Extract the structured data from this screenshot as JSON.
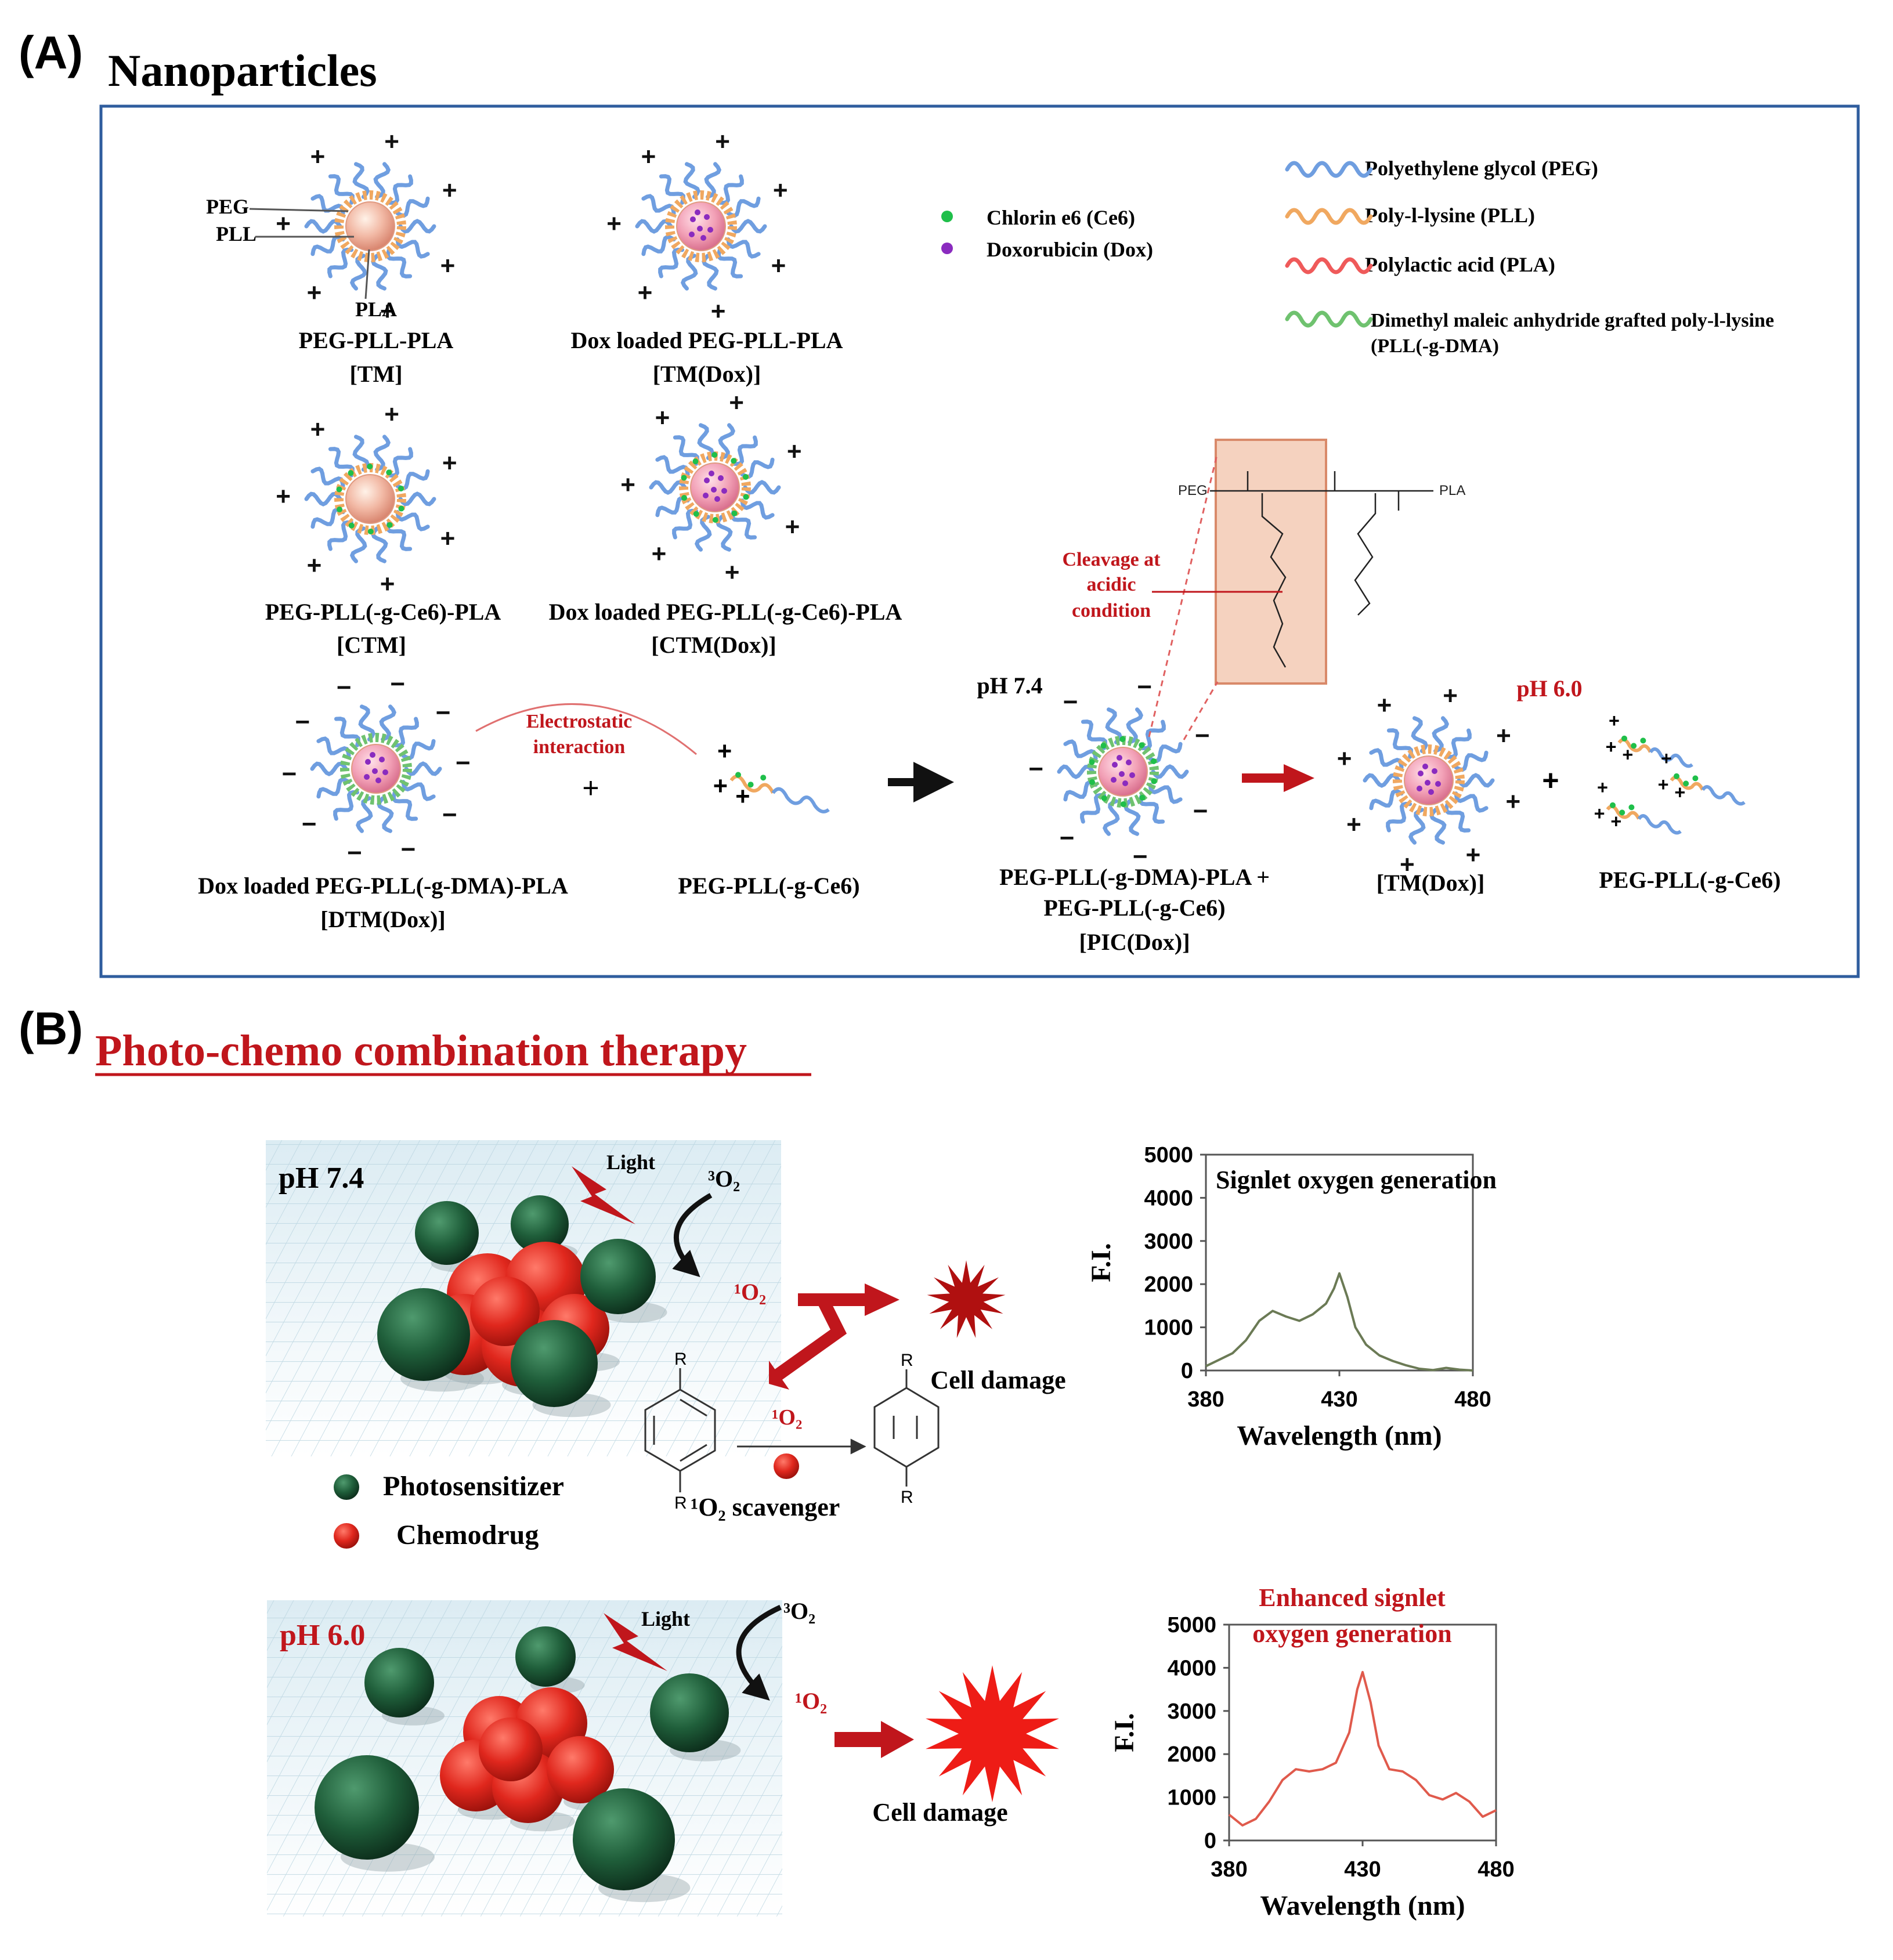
{
  "panel_a": {
    "letter": "(A)",
    "title": "Nanoparticles",
    "tm": {
      "peg": "PEG",
      "pll": "PLL",
      "pla": "PLA",
      "name": "PEG-PLL-PLA",
      "abbr": "[TM]"
    },
    "tm_dox": {
      "name": "Dox loaded PEG-PLL-PLA",
      "abbr": "[TM(Dox)]"
    },
    "ctm": {
      "name": "PEG-PLL(-g-Ce6)-PLA",
      "abbr": "[CTM]"
    },
    "ctm_dox": {
      "name": "Dox loaded PEG-PLL(-g-Ce6)-PLA",
      "abbr": "[CTM(Dox)]"
    },
    "dtm_dox": {
      "name": "Dox loaded PEG-PLL(-g-DMA)-PLA",
      "abbr": "[DTM(Dox)]"
    },
    "peg_pll_ce6": {
      "name": "PEG-PLL(-g-Ce6)"
    },
    "pic": {
      "line1": "PEG-PLL(-g-DMA)-PLA +",
      "line2": "PEG-PLL(-g-Ce6)",
      "abbr": "[PIC(Dox)]"
    },
    "tm_dox_2": "[TM(Dox)]",
    "peg_pll_ce6_2": "PEG-PLL(-g-Ce6)",
    "electrostatic": {
      "line1": "Electrostatic",
      "line2": "interaction"
    },
    "cleavage": {
      "line1": "Cleavage at",
      "line2": "acidic",
      "line3": "condition"
    },
    "ph74": "pH 7.4",
    "ph60": "pH 6.0",
    "drug_legend": [
      {
        "label": "Chlorin e6 (Ce6)",
        "color": "#1fbf4a"
      },
      {
        "label": "Doxorubicin (Dox)",
        "color": "#8a2bbf"
      }
    ],
    "polymer_legend": [
      {
        "label": "Polyethylene glycol (PEG)",
        "color": "#6f9ee0"
      },
      {
        "label": "Poly-l-lysine (PLL)",
        "color": "#f0a860"
      },
      {
        "label": "Polylactic acid (PLA)",
        "color": "#ef5a5a"
      },
      {
        "label": "Dimethyl maleic anhydride  grafted poly-l-lysine",
        "label2": "(PLL(-g-DMA)",
        "color": "#6fc26f"
      }
    ],
    "chem": {
      "peg": "PEG",
      "pla": "PLA"
    }
  },
  "panel_b": {
    "letter": "(B)",
    "title": "Photo-chemo combination therapy",
    "top": {
      "ph": "pH 7.4",
      "light": "Light",
      "o2_triplet": "³O₂",
      "o2_singlet": "¹O₂",
      "cell_damage": "Cell damage",
      "scavenger_o2": "¹O₂",
      "scavenger_label": "¹O₂ scavenger",
      "r": "R"
    },
    "bottom": {
      "ph": "pH 6.0",
      "light": "Light",
      "o2_triplet": "³O₂",
      "o2_singlet": "¹O₂",
      "cell_damage": "Cell damage"
    },
    "legend": [
      {
        "label": "Photosensitizer",
        "color": "#1f5e3a"
      },
      {
        "label": "Chemodrug",
        "color": "#d92a20"
      }
    ],
    "colors": {
      "accent_red": "#c0161c",
      "green_sphere": "#1f5e3a",
      "red_sphere": "#e0271d"
    }
  },
  "chart_data": [
    {
      "type": "line",
      "title": "Signlet oxygen generation",
      "xlabel": "Wavelength (nm)",
      "ylabel": "F.I.",
      "xlim": [
        380,
        480
      ],
      "ylim": [
        0,
        5000
      ],
      "xticks": [
        380,
        430,
        480
      ],
      "yticks": [
        0,
        1000,
        2000,
        3000,
        4000,
        5000
      ],
      "line_color": "#6b7a55",
      "x": [
        380,
        385,
        390,
        395,
        400,
        405,
        410,
        415,
        420,
        425,
        428,
        430,
        433,
        436,
        440,
        445,
        450,
        455,
        460,
        465,
        470,
        475,
        480
      ],
      "y": [
        100,
        250,
        400,
        700,
        1150,
        1380,
        1250,
        1150,
        1300,
        1550,
        1900,
        2250,
        1700,
        1000,
        600,
        350,
        220,
        120,
        40,
        10,
        60,
        20,
        0
      ]
    },
    {
      "type": "line",
      "title": "Enhanced signlet oxygen generation",
      "title_line1": "Enhanced signlet",
      "title_line2": "oxygen generation",
      "xlabel": "Wavelength (nm)",
      "ylabel": "F.I.",
      "xlim": [
        380,
        480
      ],
      "ylim": [
        0,
        5000
      ],
      "xticks": [
        380,
        430,
        480
      ],
      "yticks": [
        0,
        1000,
        2000,
        3000,
        4000,
        5000
      ],
      "line_color": "#e05a4c",
      "x": [
        380,
        385,
        390,
        395,
        400,
        405,
        410,
        415,
        420,
        425,
        428,
        430,
        433,
        436,
        440,
        445,
        450,
        455,
        460,
        465,
        470,
        475,
        480
      ],
      "y": [
        600,
        350,
        500,
        900,
        1400,
        1650,
        1600,
        1650,
        1800,
        2500,
        3500,
        3900,
        3200,
        2200,
        1650,
        1600,
        1400,
        1050,
        950,
        1100,
        900,
        550,
        700
      ]
    }
  ]
}
